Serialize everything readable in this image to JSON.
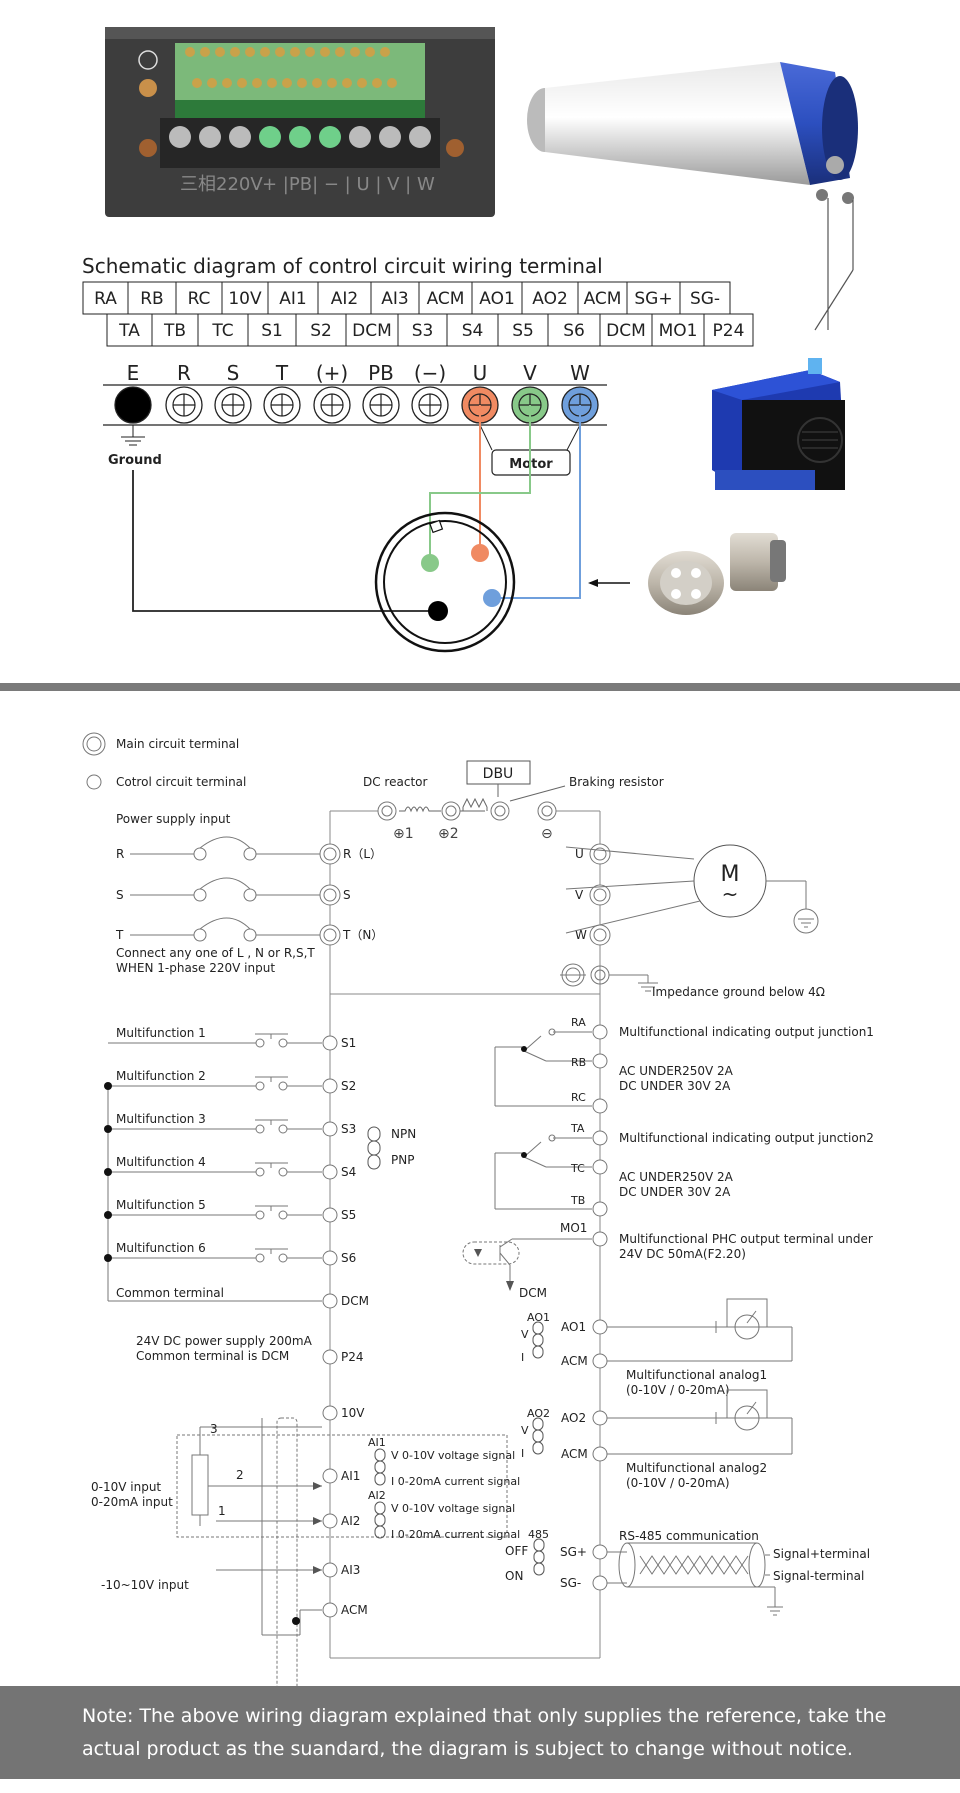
{
  "top_panel": {
    "title": "Schematic diagram of control circuit wiring terminal",
    "row1": [
      "RA",
      "RB",
      "RC",
      "10V",
      "AI1",
      "AI2",
      "AI3",
      "ACM",
      "AO1",
      "AO2",
      "ACM",
      "SG+",
      "SG-"
    ],
    "row2": [
      "TA",
      "TB",
      "TC",
      "S1",
      "S2",
      "DCM",
      "S3",
      "S4",
      "S5",
      "S6",
      "DCM",
      "MO1",
      "P24"
    ],
    "power_labels": [
      "E",
      "R",
      "S",
      "T",
      "(+)",
      "PB",
      "(−)",
      "U",
      "V",
      "W"
    ],
    "ground_label": "Ground",
    "motor_label": "Motor",
    "photo_label_plate": "三相220V",
    "photo_label_terminals": "+ |PB| − | U | V | W",
    "colors": {
      "u": "#f08a62",
      "v": "#88c989",
      "w": "#6f9fdc",
      "pump": "#2a47b8",
      "spindle_cap": "#2c4fbf"
    }
  },
  "bottom_panel": {
    "legend_main": "Main circuit terminal",
    "legend_control": "Cotrol circuit terminal",
    "power_supply_input": "Power supply input",
    "dc_reactor": "DC reactor",
    "dbu": "DBU",
    "braking_resistor": "Braking resistor",
    "input_lines": [
      "R",
      "S",
      "T"
    ],
    "input_terminals": [
      "R（L）",
      "S",
      "T（N）"
    ],
    "dc_terminals": [
      "⊕1",
      "⊕2",
      "⊖"
    ],
    "output_terminals": [
      "U",
      "V",
      "W"
    ],
    "motor_symbol": "M",
    "motor_tilde": "~",
    "connect_note": [
      "Connect any one of L , N or R,S,T",
      "WHEN 1-phase 220V input"
    ],
    "impedance_ground": "Impedance ground below 4Ω",
    "multifunction": [
      "Multifunction 1",
      "Multifunction 2",
      "Multifunction 3",
      "Multifunction 4",
      "Multifunction 5",
      "Multifunction 6"
    ],
    "s_terminals": [
      "S1",
      "S2",
      "S3",
      "S4",
      "S5",
      "S6"
    ],
    "npn": "NPN",
    "pnp": "PNP",
    "common_terminal": "Common terminal",
    "dcm": "DCM",
    "p24_note": [
      "24V DC power supply 200mA",
      "Common terminal is DCM"
    ],
    "p24": "P24",
    "ten_v": "10V",
    "ai1": "AI1",
    "ai2": "AI2",
    "ai3": "AI3",
    "acm": "ACM",
    "analog_input": [
      "0-10V input",
      "0-20mA input"
    ],
    "pot_numbers": [
      "3",
      "2",
      "1"
    ],
    "pm10_input": "-10~10V input",
    "jumper_ai1": "AI1",
    "jumper_ai2": "AI2",
    "voltage_signal": "V 0-10V voltage signal",
    "current_signal": "I 0-20mA current signal",
    "relay1": [
      "RA",
      "RB",
      "RC"
    ],
    "relay1_desc": "Multifunctional indicating output junction1",
    "relay_rating": [
      "AC UNDER250V  2A",
      "DC UNDER 30V  2A"
    ],
    "relay2": [
      "TA",
      "TC",
      "TB"
    ],
    "relay2_desc": "Multifunctional indicating output junction2",
    "mo1": "MO1",
    "mo1_desc": [
      "Multifunctional PHC output terminal under",
      "24V DC 50mA(F2.20)"
    ],
    "dcm_out": "DCM",
    "ao1_jumper": "AO1",
    "ao1": "AO1",
    "ao2_jumper": "AO2",
    "ao2": "AO2",
    "jumper_v": "V",
    "jumper_i": "I",
    "analog1_desc": [
      "Multifunctional analog1",
      "(0-10V / 0-20mA)"
    ],
    "analog2_desc": [
      "Multifunctional analog2",
      "(0-10V / 0-20mA)"
    ],
    "rs485_jumper": "485",
    "off": "OFF",
    "on": "ON",
    "sg_plus": "SG+",
    "sg_minus": "SG-",
    "rs485": "RS-485 communication",
    "signal_plus": "Signal+terminal",
    "signal_minus": "Signal-terminal"
  },
  "note": {
    "line1": "Note: The above wiring diagram explained that only supplies the reference, take the",
    "line2": "actual product as the suandard, the diagram is subject to change without notice."
  }
}
